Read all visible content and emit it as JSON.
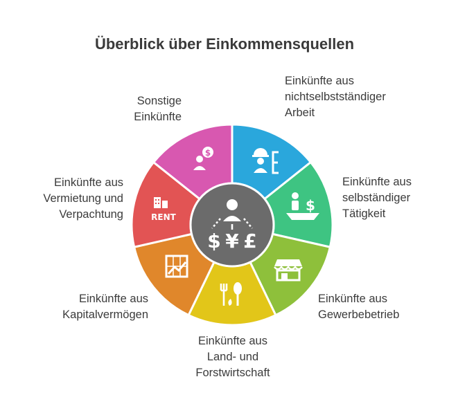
{
  "title": "Überblick über Einkommensquellen",
  "colors": {
    "center": "#6b6b6b",
    "icon": "#ffffff"
  },
  "segments": [
    {
      "id": "nichtselbst",
      "lines": [
        "Einkünfte aus",
        "nichtselbstständiger",
        "Arbeit"
      ],
      "color": "#2aa7dc",
      "icon": "worker-icon"
    },
    {
      "id": "selbst",
      "lines": [
        "Einkünfte aus",
        "selbständiger",
        "Tätigkeit"
      ],
      "color": "#3ec482",
      "icon": "freelancer-money-icon"
    },
    {
      "id": "gewerbe",
      "lines": [
        "Einkünfte aus",
        "Gewerbebetrieb"
      ],
      "color": "#8ec03b",
      "icon": "storefront-icon"
    },
    {
      "id": "land",
      "lines": [
        "Einkünfte aus",
        "Land- und",
        "Forstwirtschaft"
      ],
      "color": "#e2c619",
      "icon": "fork-leaf-icon"
    },
    {
      "id": "kapital",
      "lines": [
        "Einkünfte aus",
        "Kapitalvermögen"
      ],
      "color": "#e0872b",
      "icon": "growth-chart-icon"
    },
    {
      "id": "vermietung",
      "lines": [
        "Einkünfte aus",
        "Vermietung und",
        "Verpachtung"
      ],
      "color": "#e25454",
      "icon": "rent-building-icon"
    },
    {
      "id": "sonstige",
      "lines": [
        "Sonstige",
        "Einkünfte"
      ],
      "color": "#d858b0",
      "icon": "person-coin-icon"
    }
  ],
  "center_icon": "person-currencies-icon",
  "center_glyphs": [
    "$",
    "¥",
    "£"
  ],
  "icon_text": {
    "rent": "RENT",
    "dollar": "$"
  }
}
